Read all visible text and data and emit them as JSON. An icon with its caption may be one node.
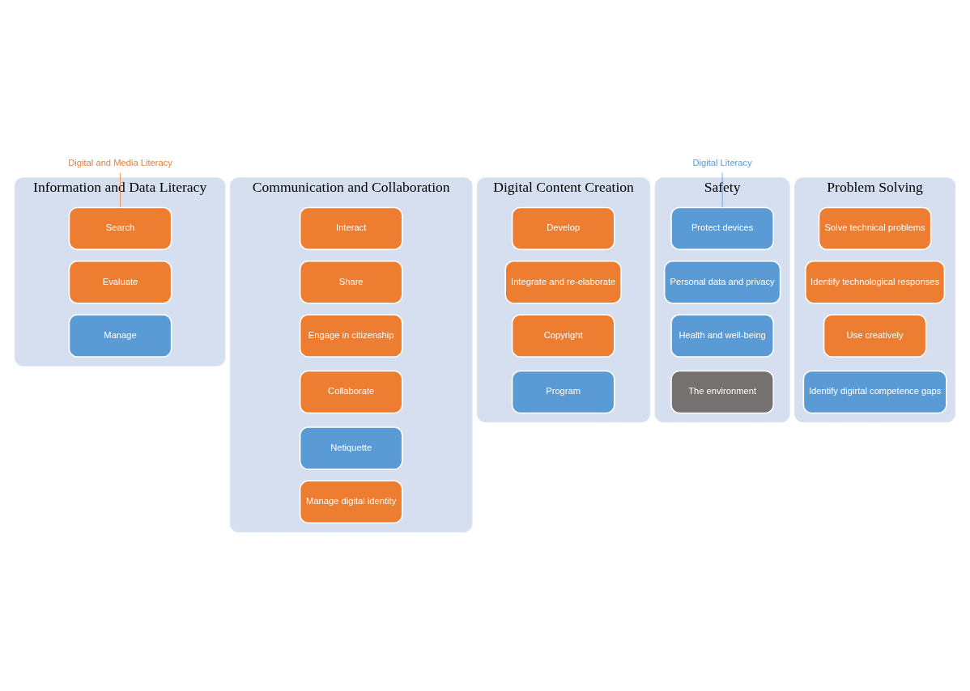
{
  "diagram": {
    "nodes": [
      {
        "text": [
          "Information and Data Literacy"
        ]
      },
      {
        "text": [
          "Digital and Media Literacy"
        ]
      },
      {
        "text": [
          "Search"
        ],
        "in": 0
      },
      {
        "text": [
          "Evaluate"
        ],
        "in": 0
      },
      {
        "text": [
          "Manage"
        ],
        "in": 0
      },
      {
        "text": [
          "Communication and Collaboration"
        ]
      },
      {
        "text": [
          "Interact"
        ],
        "in": 5
      },
      {
        "text": [
          "Share"
        ],
        "in": 5
      },
      {
        "text": [
          "Engage in citizenship"
        ],
        "in": 5
      },
      {
        "text": [
          "Collaborate"
        ],
        "in": 5
      },
      {
        "text": [
          "Netiquette"
        ],
        "in": 5
      },
      {
        "text": [
          "Manage digital identity"
        ],
        "in": 5
      },
      {
        "text": [
          "Digital Content Creation"
        ]
      },
      {
        "text": [
          "Develop"
        ],
        "in": 12
      },
      {
        "text": [
          "Integrate and re-elaborate"
        ],
        "in": 12
      },
      {
        "text": [
          "Copyright"
        ],
        "in": 12
      },
      {
        "text": [
          "Program"
        ],
        "in": 12
      },
      {
        "text": [
          "Safety"
        ]
      },
      {
        "text": [
          "Digital Literacy"
        ]
      },
      {
        "text": [
          "Protect devices"
        ],
        "in": 17
      },
      {
        "text": [
          "Personal data and privacy"
        ],
        "in": 17
      },
      {
        "text": [
          "Health and well-being"
        ],
        "in": 17
      },
      {
        "text": [
          "The environment"
        ],
        "in": 17
      },
      {
        "text": [
          "Problem Solving"
        ]
      },
      {
        "text": [
          "Solve technical problems"
        ],
        "in": 23
      },
      {
        "text": [
          "Identify technological responses"
        ],
        "in": 23
      },
      {
        "text": [
          "Use creatively"
        ],
        "in": 23
      },
      {
        "text": [
          "Identify digirtal competence gaps"
        ],
        "in": 23
      }
    ],
    "edges": [
      {
        "from": 1,
        "to": 2,
        "arrow": "none",
        "color": "#ed7d31"
      },
      {
        "from": 18,
        "to": 19,
        "arrow": "none",
        "color": "#5b9bd5"
      }
    ]
  }
}
